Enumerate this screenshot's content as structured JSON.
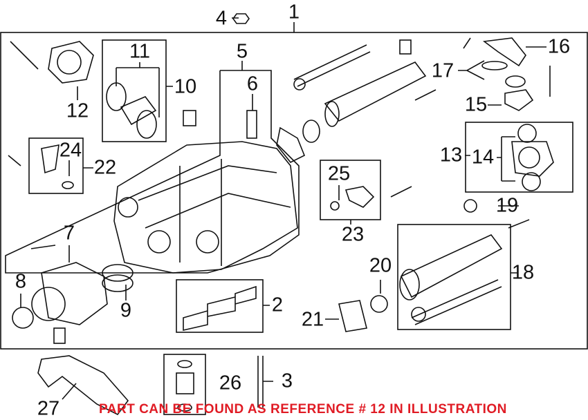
{
  "labels": {
    "r1": "1",
    "r2": "2",
    "r3": "3",
    "r4": "4",
    "r5": "5",
    "r6": "6",
    "r7": "7",
    "r8": "8",
    "r9": "9",
    "r10": "10",
    "r11": "11",
    "r12": "12",
    "r13": "13",
    "r14": "14",
    "r15": "15",
    "r16": "16",
    "r17": "17",
    "r18": "18",
    "r19": "19",
    "r20": "20",
    "r21": "21",
    "r22": "22",
    "r23": "23",
    "r24": "24",
    "r25": "25",
    "r26": "26",
    "r27": "27"
  },
  "note": "PART CAN BE FOUND AS REFERENCE # 12 IN ILLUSTRATION",
  "colors": {
    "note": "#e01b24",
    "line": "#111111"
  }
}
